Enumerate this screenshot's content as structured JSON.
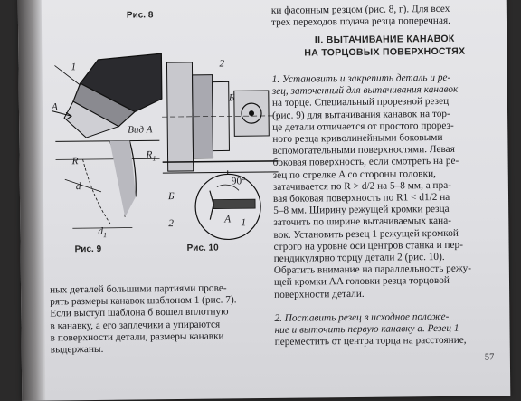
{
  "figures": {
    "fig8_caption": "Рис. 8",
    "fig9_caption": "Рис. 9",
    "fig10_caption": "Рис. 10",
    "fig8_labels": {
      "one": "1",
      "a": "A",
      "view": "Вид A"
    },
    "fig9_labels": {
      "r": "R",
      "r1": "R",
      "r1_sub": "1",
      "d": "d",
      "d1": "d",
      "d1_sub": "1"
    },
    "fig10_labels": {
      "two_top": "2",
      "b_top": "Б",
      "b_left": "Б",
      "two_left": "2",
      "angle": "90°",
      "a_bottom": "A",
      "one_bottom": "1"
    }
  },
  "left_column": {
    "lines": [
      "ных деталей большими партиями прове-",
      "рять размеры канавок шаблоном 1 (рис. 7).",
      "Если выступ шаблона б вошел вплотную",
      "в канавку, а его заплечики а упираются",
      "в поверхности детали, размеры канавки",
      "выдержаны."
    ]
  },
  "right_column": {
    "top_lines": [
      "ки фасонным резцом (рис. 8, г). Для всех",
      "трех переходов подача резца поперечная."
    ],
    "heading_line1": "II. ВЫТАЧИВАНИЕ КАНАВОК",
    "heading_line2": "НА ТОРЦОВЫХ ПОВЕРХНОСТЯХ",
    "step1_lines": [
      "1. Установить и закрепить деталь и ре-",
      "зец, заточенный для вытачивания канавок",
      "на торце. Специальный прорезной резец",
      "(рис. 9) для вытачивания канавок на тор-",
      "це детали отличается от простого прорез-",
      "ного резца криволинейными боковыми",
      "вспомогательными поверхностями. Левая",
      "боковая поверхность, если смотреть на ре-",
      "зец по стрелке A со стороны головки,",
      "затачивается по R > d/2 на 5–8 мм, а пра-",
      "вая боковая поверхность по R1 < d1/2 на",
      "5–8 мм. Ширину режущей кромки резца",
      "заточить по ширине вытачиваемых кана-",
      "вок. Установить резец 1 режущей кромкой",
      "строго на уровне оси центров станка и пер-",
      "пендикулярно торцу детали 2 (рис. 10).",
      "Обратить внимание на параллельность режу-",
      "щей кромки AA головки резца торцовой",
      "поверхности детали."
    ],
    "step2_lines": [
      "2. Поставить резец в исходное положе-",
      "ние и выточить первую канавку а. Резец 1",
      "переместить от центра торца на расстояние,"
    ],
    "page_number": "57"
  }
}
